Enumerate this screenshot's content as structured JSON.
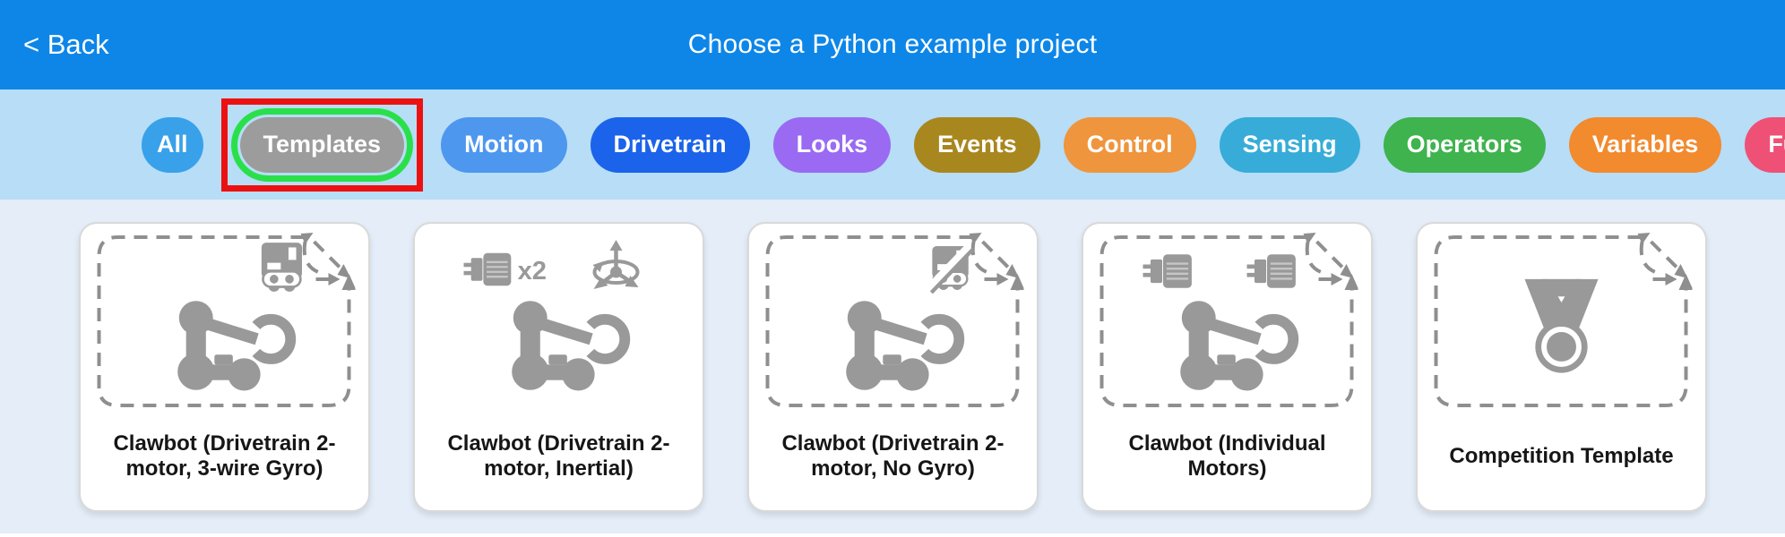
{
  "header": {
    "back_label": "< Back",
    "title": "Choose a Python example project"
  },
  "filter_bar": {
    "items": [
      {
        "label": "All",
        "color": "#38a1ea",
        "compact": true
      },
      {
        "label": "Templates",
        "color": "#9c9c9c",
        "selected": true,
        "highlight_ring": true,
        "annotation_box": true
      },
      {
        "label": "Motion",
        "color": "#4d97ef"
      },
      {
        "label": "Drivetrain",
        "color": "#1b63ea"
      },
      {
        "label": "Looks",
        "color": "#9a6af2"
      },
      {
        "label": "Events",
        "color": "#a9871f"
      },
      {
        "label": "Control",
        "color": "#ef953e"
      },
      {
        "label": "Sensing",
        "color": "#37acd8"
      },
      {
        "label": "Operators",
        "color": "#3eb34e"
      },
      {
        "label": "Variables",
        "color": "#f28a2e"
      },
      {
        "label": "Functions",
        "color": "#ef5176"
      }
    ]
  },
  "projects": {
    "cards": [
      {
        "title": "Clawbot (Drivetrain 2-motor, 3-wire Gyro)",
        "dashed_frame": true,
        "badge_icons": [
          "gyro-sensor-icon"
        ],
        "main_icon": "clawbot-icon"
      },
      {
        "title": "Clawbot (Drivetrain 2-motor, Inertial)",
        "dashed_frame": false,
        "badge_icons": [
          "motor-x2-icon",
          "inertial-sensor-icon"
        ],
        "main_icon": "clawbot-icon"
      },
      {
        "title": "Clawbot (Drivetrain 2-motor, No Gyro)",
        "dashed_frame": true,
        "badge_icons": [
          "no-gyro-icon"
        ],
        "main_icon": "clawbot-icon"
      },
      {
        "title": "Clawbot (Individual Motors)",
        "dashed_frame": true,
        "badge_icons": [
          "motor-icon",
          "motor-icon"
        ],
        "main_icon": "clawbot-icon"
      },
      {
        "title": "Competition Template",
        "dashed_frame": true,
        "badge_icons": [],
        "main_icon": "medal-icon"
      }
    ]
  },
  "colors": {
    "header_bg": "#0d86e8",
    "filterbar_bg": "#b7ddf7",
    "content_bg": "#e4edf8",
    "annotation_red": "#ec1111",
    "selection_ring_green": "#2ae04a",
    "icon_gray": "#999999"
  }
}
